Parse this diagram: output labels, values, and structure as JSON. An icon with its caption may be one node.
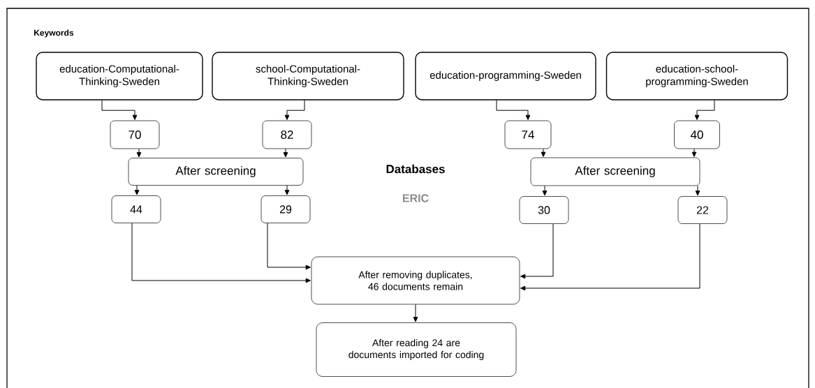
{
  "diagram": {
    "nodes": [
      {
        "text": [
          "education-Computational-Thinking-Sweden"
        ]
      },
      {
        "text": [
          "school-Computational-Thinking-Sweden"
        ]
      },
      {
        "text": [
          "education-programming-Sweden"
        ]
      },
      {
        "text": [
          "education-school-programming-Sweden"
        ]
      },
      {
        "text": [
          "70"
        ]
      },
      {
        "text": [
          "82"
        ]
      },
      {
        "text": [
          "74"
        ]
      },
      {
        "text": [
          "40"
        ]
      },
      {
        "text": [
          "After screening"
        ]
      },
      {
        "text": [
          "After screening"
        ]
      },
      {
        "text": [
          "44"
        ]
      },
      {
        "text": [
          "29"
        ]
      },
      {
        "text": [
          "30"
        ]
      },
      {
        "text": [
          "22"
        ]
      },
      {
        "text": [
          "After removing duplicates, 46 documents remain"
        ]
      },
      {
        "text": [
          "After reading 24 are documents imported for coding"
        ]
      }
    ],
    "edges": [
      {
        "from": 0,
        "to": 4,
        "arrow": "to"
      },
      {
        "from": 1,
        "to": 5,
        "arrow": "to"
      },
      {
        "from": 2,
        "to": 6,
        "arrow": "to"
      },
      {
        "from": 3,
        "to": 7,
        "arrow": "to"
      },
      {
        "from": 4,
        "to": 8,
        "arrow": "to"
      },
      {
        "from": 5,
        "to": 8,
        "arrow": "to"
      },
      {
        "from": 6,
        "to": 9,
        "arrow": "to"
      },
      {
        "from": 7,
        "to": 9,
        "arrow": "to"
      },
      {
        "from": 8,
        "to": 10,
        "arrow": "to"
      },
      {
        "from": 8,
        "to": 11,
        "arrow": "to"
      },
      {
        "from": 9,
        "to": 12,
        "arrow": "to"
      },
      {
        "from": 9,
        "to": 13,
        "arrow": "to"
      },
      {
        "from": 10,
        "to": 14,
        "arrow": "to"
      },
      {
        "from": 11,
        "to": 14,
        "arrow": "to"
      },
      {
        "from": 12,
        "to": 14,
        "arrow": "to"
      },
      {
        "from": 13,
        "to": 14,
        "arrow": "to"
      },
      {
        "from": 14,
        "to": 15,
        "arrow": "to"
      }
    ],
    "labels": [
      "Keywords",
      "Databases",
      "ERIC"
    ]
  }
}
